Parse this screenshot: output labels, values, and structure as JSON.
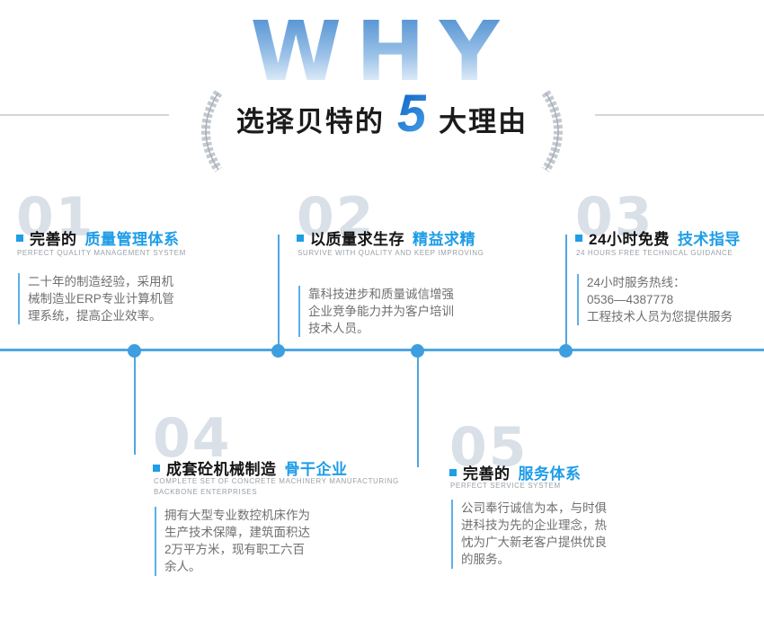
{
  "header": {
    "watermark": "WHY",
    "title_pre": "选择贝特的",
    "title_number": "5",
    "title_post": "大理由"
  },
  "sections": [
    {
      "num": "01",
      "title_black": "完善的",
      "title_blue": "质量管理体系",
      "subtitle": "PERFECT QUALITY MANAGEMENT SYSTEM",
      "body": "二十年的制造经验，采用机械制造业ERP专业计算机管理系统，提高企业效率。"
    },
    {
      "num": "02",
      "title_black": "以质量求生存",
      "title_blue": "精益求精",
      "subtitle": "SURVIVE WITH QUALITY AND KEEP IMPROVING",
      "body": "靠科技进步和质量诚信增强企业竞争能力并为客户培训技术人员。"
    },
    {
      "num": "03",
      "title_black": "24小时免费",
      "title_blue": "技术指导",
      "subtitle": "24 HOURS FREE TECHNICAL GUIDANCE",
      "body": "24小时服务热线：\n0536—4387778\n工程技术人员为您提供服务"
    },
    {
      "num": "04",
      "title_black": "成套砼机械制造",
      "title_blue": "骨干企业",
      "subtitle": "COMPLETE SET OF CONCRETE MACHINERY MANUFACTURING BACKBONE ENTERPRISES",
      "body": "拥有大型专业数控机床作为生产技术保障，建筑面积达2万平方米，现有职工六百余人。"
    },
    {
      "num": "05",
      "title_black": "完善的",
      "title_blue": "服务体系",
      "subtitle": "PERFECT SERVICE SYSTEM",
      "body": "公司奉行诚信为本，与时俱进科技为先的企业理念，热忱为广大新老客户提供优良的服务。"
    }
  ],
  "colors": {
    "accent_blue": "#1E9DE8",
    "timeline_blue": "#4FA6E2",
    "number_gray": "#D9E0E8",
    "body_gray": "#6F6F6F",
    "subtitle_gray": "#9AA1A8",
    "title_black": "#1B1B1B"
  }
}
